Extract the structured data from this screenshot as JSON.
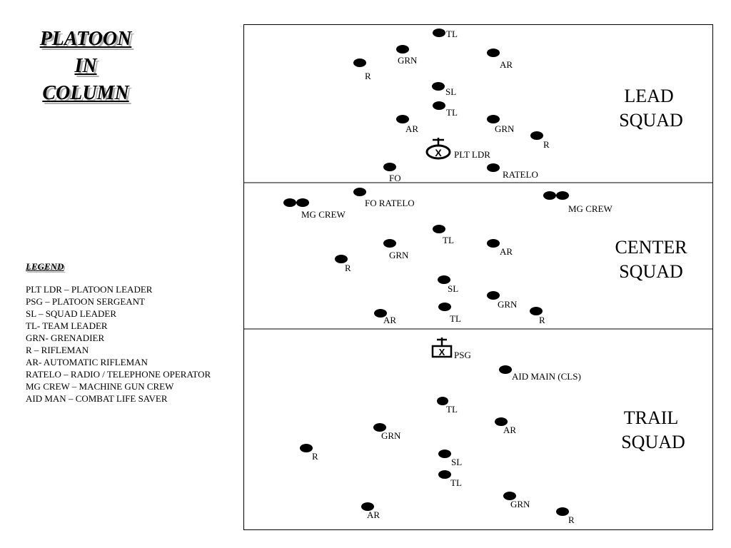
{
  "title": [
    "PLATOON",
    "IN",
    "COLUMN"
  ],
  "legend": {
    "title": "LEGEND",
    "items": [
      "PLT LDR – PLATOON LEADER",
      "PSG – PLATOON SERGEANT",
      "SL – SQUAD LEADER",
      "TL- TEAM LEADER",
      "GRN- GRENADIER",
      "R – RIFLEMAN",
      "AR- AUTOMATIC RIFLEMAN",
      "RATELO – RADIO / TELEPHONE OPERATOR",
      "MG CREW – MACHINE GUN CREW",
      "AID MAN – COMBAT LIFE SAVER"
    ]
  },
  "squads": [
    {
      "line1": "LEAD",
      "line2": "SQUAD"
    },
    {
      "line1": "CENTER",
      "line2": "SQUAD"
    },
    {
      "line1": "TRAIL",
      "line2": "SQUAD"
    }
  ],
  "unit_labels": {
    "tl": "TL",
    "grn": "GRN",
    "ar": "AR",
    "r": "R",
    "sl": "SL",
    "plt_ldr": "PLT LDR",
    "fo": "FO",
    "ratelo": "RATELO",
    "fo_ratelo": "FO RATELO",
    "mg_crew": "MG CREW",
    "psg": "PSG",
    "aid_man": "AID MAIN (CLS)"
  }
}
